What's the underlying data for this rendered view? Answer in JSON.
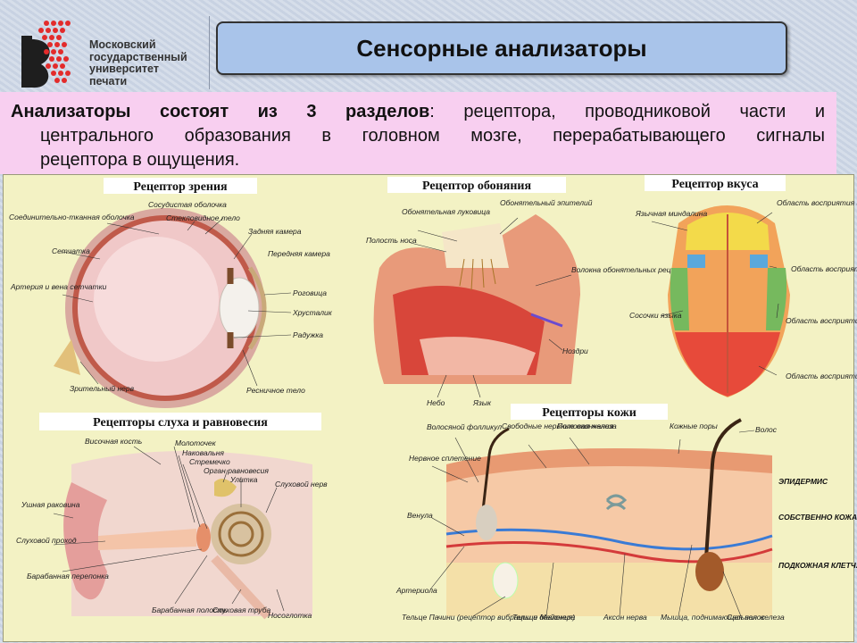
{
  "header": {
    "university_lines": [
      "Московский",
      "государственный",
      "университет",
      "печати"
    ],
    "title": "Сенсорные анализаторы"
  },
  "intro": {
    "bold": "Анализаторы состоят из 3 разделов",
    "line1_rest": ": рецептора, проводниковой части и",
    "line2": "центрального образования в головном мозге, перерабатывающего сигналы",
    "line3": "рецептора в ощущения."
  },
  "panels": {
    "eye": {
      "title": "Рецептор зрения",
      "labels": {
        "vascular": "Сосудистая оболочка",
        "connective": "Соединительно-тканная оболочка",
        "vitreous": "Стекловидное тело",
        "post_chamber": "Задняя камера",
        "front_chamber": "Передняя камера",
        "retina": "Сетчатка",
        "artery": "Артерия и вена сетчатки",
        "cornea": "Роговица",
        "lens": "Хрусталик",
        "iris": "Радужка",
        "optic_nerve": "Зрительный нерв",
        "ciliary": "Ресничное тело"
      }
    },
    "smell": {
      "title": "Рецептор обоняния",
      "labels": {
        "bulb": "Обонятельная луковица",
        "epithelium": "Обонятельный эпителий",
        "cavity": "Полость носа",
        "fibers": "Волокна обонятельных рецепторов",
        "nostrils": "Ноздри",
        "palate": "Небо",
        "tongue": "Язык"
      }
    },
    "taste": {
      "title": "Рецептор вкуса",
      "labels": {
        "tonsil": "Язычная миндалина",
        "papillae": "Сосочки языка",
        "bitter": "Область восприятия горечи (желтый)",
        "sour": "Область восприятия кислого (синий)",
        "salty": "Область восприятия соленого (зеленый)",
        "sweet": "Область восприятия сладкого (красный)"
      }
    },
    "ear": {
      "title": "Рецепторы слуха и равновесия",
      "labels": {
        "temporal": "Височная кость",
        "malleus": "Молоточек",
        "incus": "Наковальня",
        "stapes": "Стремечко",
        "balance": "Орган равновесия",
        "cochlea": "Улитка",
        "auditory_nerve": "Слуховой нерв",
        "auricle": "Ушная раковина",
        "canal": "Слуховой проход",
        "eardrum": "Барабанная перепонка",
        "tympanic": "Барабанная полость",
        "tube": "Слуховая труба",
        "nasopharynx": "Носоглотка"
      }
    },
    "skin": {
      "title": "Рецепторы кожи",
      "labels": {
        "follicle": "Волосяной фолликул",
        "free_endings": "Свободные нервные окончания",
        "sweat_gland": "Потовая железа",
        "pores": "Кожные поры",
        "hair": "Волос",
        "plexus": "Нервное сплетение",
        "venule": "Венула",
        "arteriole": "Артериола",
        "pacini": "Тельце Пачини (рецептор вибрации и давления)",
        "meissner": "Тельце Мейснера",
        "axon": "Аксон нерва",
        "muscle": "Мышца, поднимающая волос",
        "sebaceous": "Сальная железа",
        "epidermis": "ЭПИДЕРМИС",
        "dermis": "СОБСТВЕННО КОЖА",
        "hypodermis": "ПОДКОЖНАЯ КЛЕТЧАТКА"
      }
    }
  },
  "colors": {
    "title_bg": "#a9c4ea",
    "intro_bg": "#f8cff0",
    "panel_bg": "#f3f2c4",
    "logo_red": "#e32b2b",
    "logo_dark": "#1e1e1e"
  }
}
